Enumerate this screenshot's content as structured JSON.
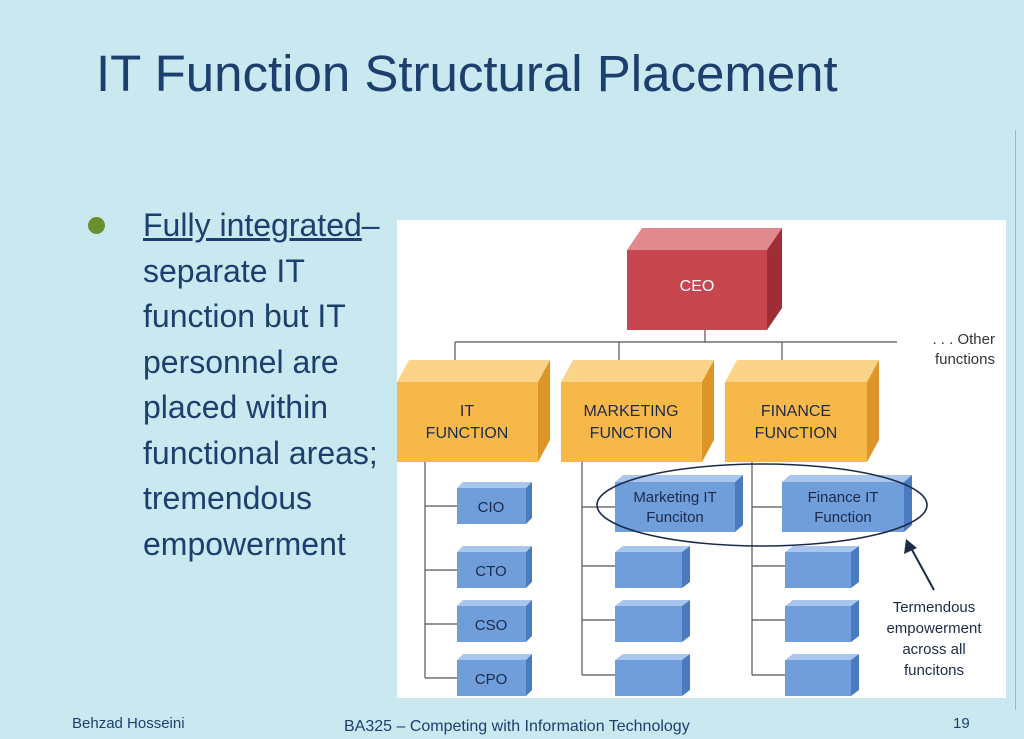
{
  "slide": {
    "title": "IT Function Structural Placement",
    "bullet": {
      "term": "Fully integrated",
      "text": "– separate IT function but IT personnel are placed within functional areas; tremendous empowerment"
    }
  },
  "org_chart": {
    "ceo": "CEO",
    "other_functions": [
      ". . . Other",
      "functions"
    ],
    "it_function": [
      "IT",
      "FUNCTION"
    ],
    "marketing_function": [
      "MARKETING",
      "FUNCTION"
    ],
    "finance_function": [
      "FINANCE",
      "FUNCTION"
    ],
    "it_roles": [
      "CIO",
      "CTO",
      "CSO",
      "CPO"
    ],
    "marketing_it": [
      "Marketing IT",
      "Funciton"
    ],
    "finance_it": [
      "Finance IT",
      "Function"
    ],
    "annotation": [
      "Termendous",
      "empowerment",
      "across all",
      "funcitons"
    ]
  },
  "colors": {
    "ceo": "#c8464f",
    "function_box": "#f7b84a",
    "sub_box": "#6f9edb"
  },
  "footer": {
    "author": "Behzad Hosseini",
    "course": "BA325 – Competing with Information Technology",
    "page": "19"
  }
}
